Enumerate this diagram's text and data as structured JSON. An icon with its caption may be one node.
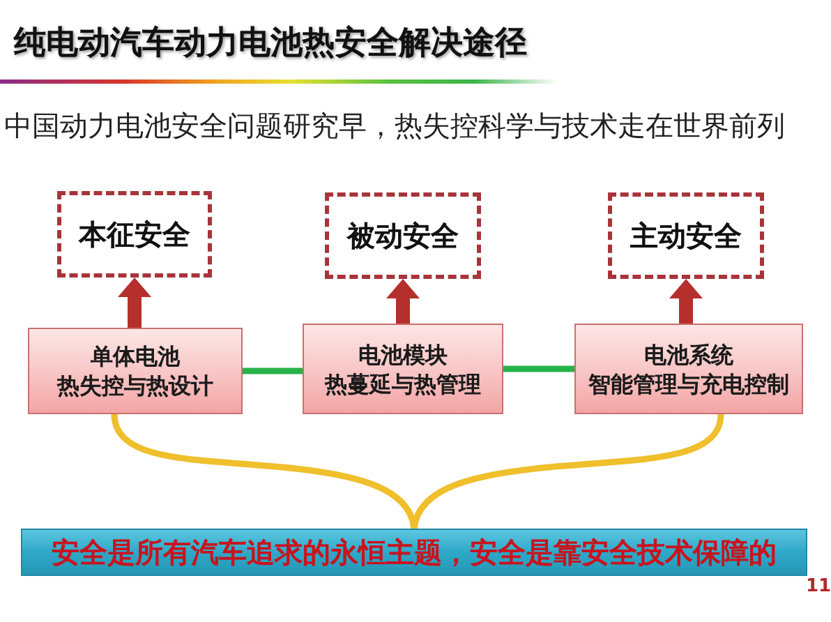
{
  "diagram": {
    "title": "纯电动汽车动力电池热安全解决途径",
    "nodes": [
      {
        "text": [
          "本征安全"
        ]
      },
      {
        "text": [
          "被动安全"
        ]
      },
      {
        "text": [
          "主动安全"
        ]
      },
      {
        "text": [
          "单体电池",
          "热失控与热设计"
        ]
      },
      {
        "text": [
          "电池模块",
          "热蔓延与热管理"
        ]
      },
      {
        "text": [
          "电池系统",
          "智能管理与充电控制"
        ]
      },
      {
        "text": [
          "安全是所有汽车追求的永恒主题，安全是靠安全技术保障的"
        ]
      }
    ],
    "edges": [
      {
        "from": 3,
        "to": 0,
        "arrow": "to",
        "style": "thick"
      },
      {
        "from": 4,
        "to": 1,
        "arrow": "to",
        "style": "thick"
      },
      {
        "from": 5,
        "to": 2,
        "arrow": "to",
        "style": "thick"
      },
      {
        "from": 3,
        "to": 4,
        "arrow": "none",
        "color": "#27b34a"
      },
      {
        "from": 4,
        "to": 5,
        "arrow": "none",
        "color": "#27b34a"
      },
      {
        "from": 3,
        "to": 6,
        "arrow": "none",
        "color": "#efbf2c"
      },
      {
        "from": 5,
        "to": 6,
        "arrow": "none",
        "color": "#efbf2c"
      }
    ],
    "labels": [
      "中国动力电池安全问题研究早，热失控科学与技术走在世界前列",
      "11"
    ]
  }
}
